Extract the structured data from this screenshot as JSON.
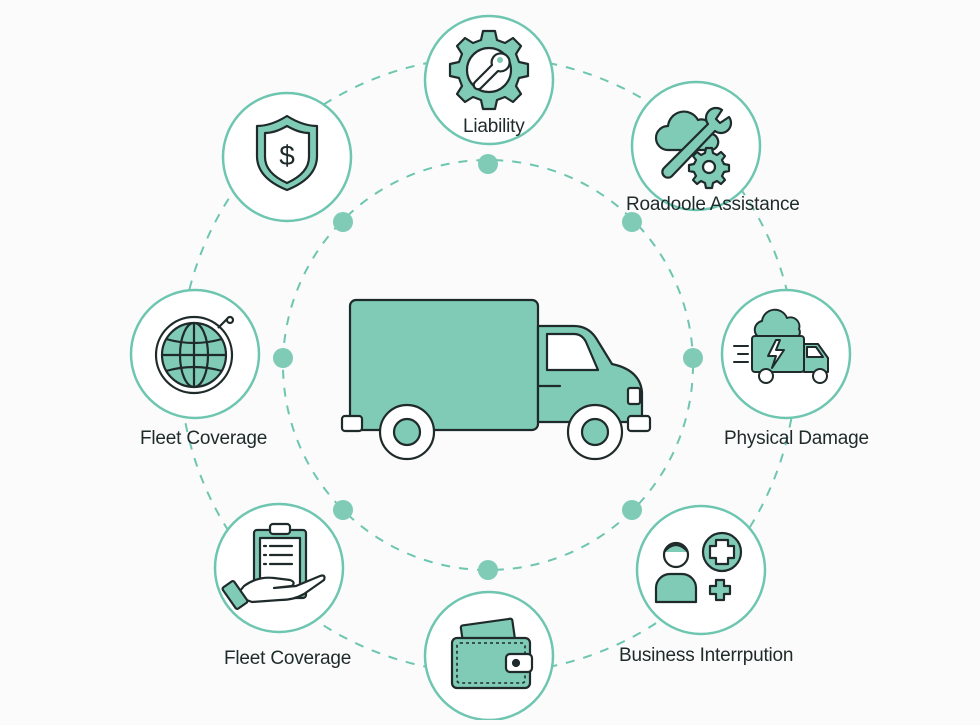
{
  "colors": {
    "accent": "#7fcbb6",
    "accent_dark": "#5fb8a0",
    "ring": "#6ec6b0",
    "stroke": "#1f2a2a",
    "node_fill": "#ffffff",
    "background": "#fafbfa"
  },
  "center": {
    "icon": "delivery-truck-icon"
  },
  "nodes": [
    {
      "id": "liability",
      "label": "Liability",
      "icon": "gear-wrench-icon"
    },
    {
      "id": "roadside",
      "label": "Roadoole Assistance",
      "icon": "cloud-wrench-gear-icon"
    },
    {
      "id": "physical",
      "label": "Physical Damage",
      "icon": "storm-truck-icon"
    },
    {
      "id": "business",
      "label": "Business Interrpution",
      "icon": "person-medical-cross-icon"
    },
    {
      "id": "wallet",
      "label": "",
      "icon": "wallet-cash-icon"
    },
    {
      "id": "fleet2",
      "label": "Fleet Coverage",
      "icon": "hand-clipboard-icon"
    },
    {
      "id": "fleet1",
      "label": "Fleet Coverage",
      "icon": "globe-icon"
    },
    {
      "id": "shield",
      "label": "",
      "icon": "shield-dollar-icon"
    }
  ]
}
